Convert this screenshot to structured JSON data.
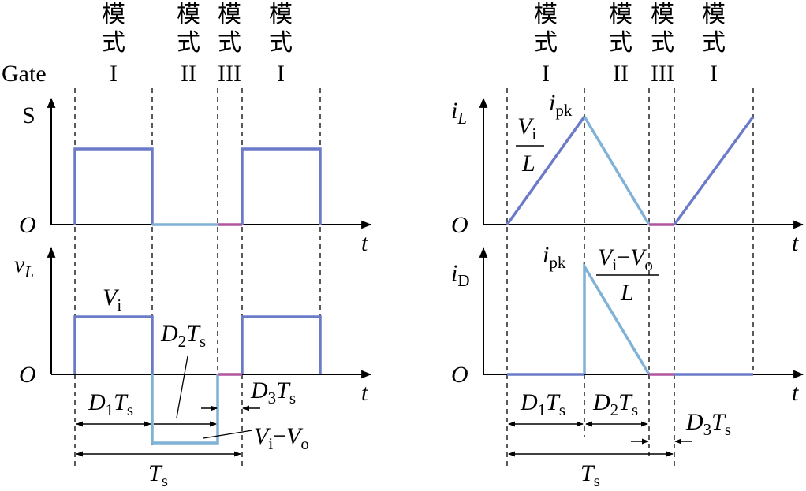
{
  "colors": {
    "mode1": "#6b7bc7",
    "mode2": "#7fb2d6",
    "mode3": "#b0569e",
    "axis": "#000000"
  },
  "modes": {
    "char1": "模",
    "char2": "式",
    "n1": "I",
    "n2": "II",
    "n3": "III"
  },
  "left": {
    "gate": "Gate",
    "s_axis": "S",
    "origin": "O",
    "t": "t",
    "vL_main": "v",
    "vL_sub": "L",
    "vi_main": "V",
    "vi_sub": "i",
    "d1_main": "D",
    "d1_sub": "1",
    "d1_t": "T",
    "d1_ts": "s",
    "d2_main": "D",
    "d2_sub": "2",
    "d2_t": "T",
    "d2_ts": "s",
    "d3_main": "D",
    "d3_sub": "3",
    "d3_t": "T",
    "d3_ts": "s",
    "vivo_a": "V",
    "vivo_a_sub": "i",
    "vivo_minus": "−",
    "vivo_b": "V",
    "vivo_b_sub": "o",
    "ts_main": "T",
    "ts_sub": "s"
  },
  "right": {
    "iL_main": "i",
    "iL_sub": "L",
    "origin": "O",
    "t": "t",
    "ipk_main": "i",
    "ipk_sub": "pk",
    "slope1_num_main": "V",
    "slope1_num_sub": "i",
    "slope1_den": "L",
    "iD_main": "i",
    "iD_sub": "D",
    "ipk2_main": "i",
    "ipk2_sub": "pk",
    "slope2_a": "V",
    "slope2_a_sub": "i",
    "slope2_minus": "−",
    "slope2_b": "V",
    "slope2_b_sub": "o",
    "slope2_den": "L",
    "d1_main": "D",
    "d1_sub": "1",
    "d1_t": "T",
    "d1_ts": "s",
    "d2_main": "D",
    "d2_sub": "2",
    "d2_t": "T",
    "d2_ts": "s",
    "d3_main": "D",
    "d3_sub": "3",
    "d3_t": "T",
    "d3_ts": "s",
    "ts_main": "T",
    "ts_sub": "s"
  }
}
